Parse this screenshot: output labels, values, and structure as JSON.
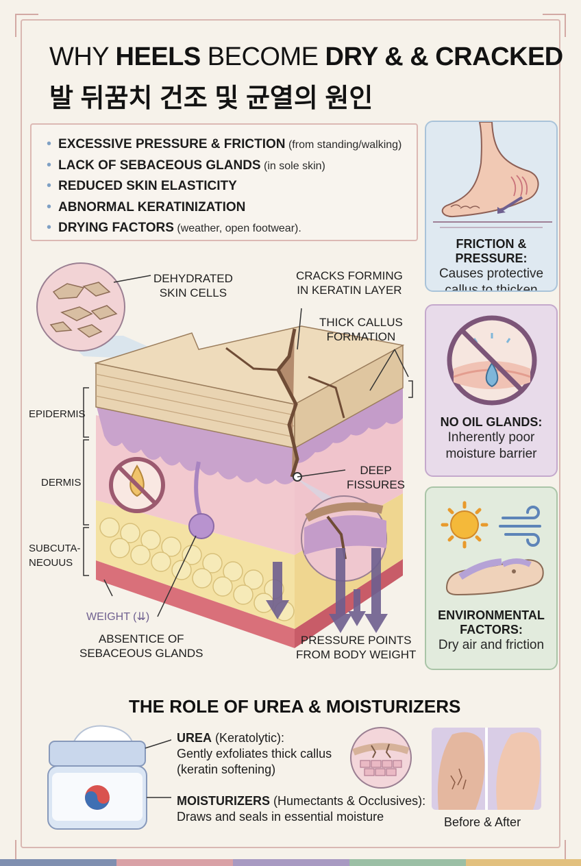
{
  "title": {
    "en_part1": "WHY ",
    "en_bold1": "HEELS",
    "en_part2": " BECOME ",
    "en_bold2": "DRY & & CRACKED",
    "ko": "발 뒤꿈치 건조 및 균열의 원인"
  },
  "causes": [
    {
      "bold": "EXCESSIVE PRESSURE & FRICTION",
      "note": " (from standing/walking)"
    },
    {
      "bold": "LACK OF SEBACEOUS GLANDS",
      "note": " (in sole skin)"
    },
    {
      "bold": "REDUCED SKIN ELASTICITY",
      "note": ""
    },
    {
      "bold": "ABNORMAL KERATINIZATION",
      "note": ""
    },
    {
      "bold": "DRYING FACTORS",
      "note": " (weather, open footwear)."
    }
  ],
  "cards": {
    "friction": {
      "heading": "FRICTION & PRESSURE:",
      "line1": "Causes protective",
      "line2": "callus to thicken"
    },
    "oil": {
      "heading": "NO OIL GLANDS:",
      "line1": "Inherently poor",
      "line2": "moisture barrier"
    },
    "env": {
      "heading1": "ENVIRONMENTAL",
      "heading2": "FACTORS:",
      "line1": "Dry air and friction"
    }
  },
  "diagram": {
    "dehydrated": [
      "DEHYDRATED",
      "SKIN CELLS"
    ],
    "cracks": [
      "CRACKS FORMING",
      "IN KERATIN LAYER"
    ],
    "callus": [
      "THICK CALLUS",
      "FORMATION"
    ],
    "fissures": [
      "DEEP",
      "FISSURES"
    ],
    "epidermis": "EPIDERMIS",
    "dermis": "DERMIS",
    "subcut": [
      "SUBCUTA-",
      "NEOUUS"
    ],
    "weight": "WEIGHT (⇊)",
    "absence": [
      "ABSENTICE OF",
      "SEBACEOUS GLANDS"
    ],
    "pressure": [
      "PRESSURE POINTS",
      "FROM BODY WEIGHT"
    ]
  },
  "bottom": {
    "title": "THE ROLE OF UREA & MOISTURIZERS",
    "urea_bold": "UREA",
    "urea_note": " (Keratolytic):",
    "urea_line1": "Gently exfoliates thick callus",
    "urea_line2": "(keratin softening)",
    "moist_bold": "MOISTURIZERS",
    "moist_note": " (Humectants & Occlusives):",
    "moist_line1": "Draws and seals in essential moisture",
    "before_after": "Before & After"
  },
  "colors": {
    "frame": "#d9b7b2",
    "callus": "#e9d4b2",
    "epidermis_purple": "#c9a3cc",
    "dermis_pink": "#f2c9cf",
    "fat_yellow": "#f4e2a4",
    "arrow_purple": "#6e5f8f",
    "stripe": [
      "#7f8fb0",
      "#d9a1a6",
      "#a89ac2",
      "#9bbfa5",
      "#e2c07e"
    ]
  }
}
